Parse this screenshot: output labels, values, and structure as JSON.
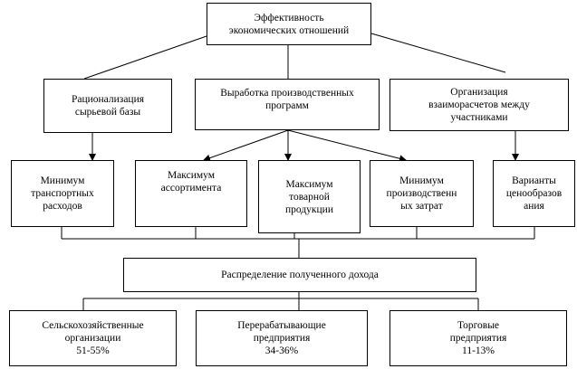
{
  "diagram": {
    "top": "Эффективность\nэкономических отношений",
    "level2": {
      "raw": "Рационализация\nсырьевой базы",
      "production": "Выработка производственных\nпрограмм",
      "settlements": "Организация\nвзаиморасчетов между\nучастниками"
    },
    "level3": {
      "transport": "Минимум\nтранспортных\nрасходов",
      "assortment": "Максимум\nассортимента",
      "commodity": "Максимум\nтоварной\nпродукции",
      "costs": "Минимум\nпроизводственн\nых затрат",
      "pricing": "Варианты\nценообразов\nания"
    },
    "distribution": "Распределение полученного дохода",
    "level5": {
      "agri": "Сельскохозяйственные\nорганизации\n51-55%",
      "processing": "Перерабатывающие\nпредприятия\n34-36%",
      "trade": "Торговые\nпредприятия\n11-13%"
    }
  }
}
